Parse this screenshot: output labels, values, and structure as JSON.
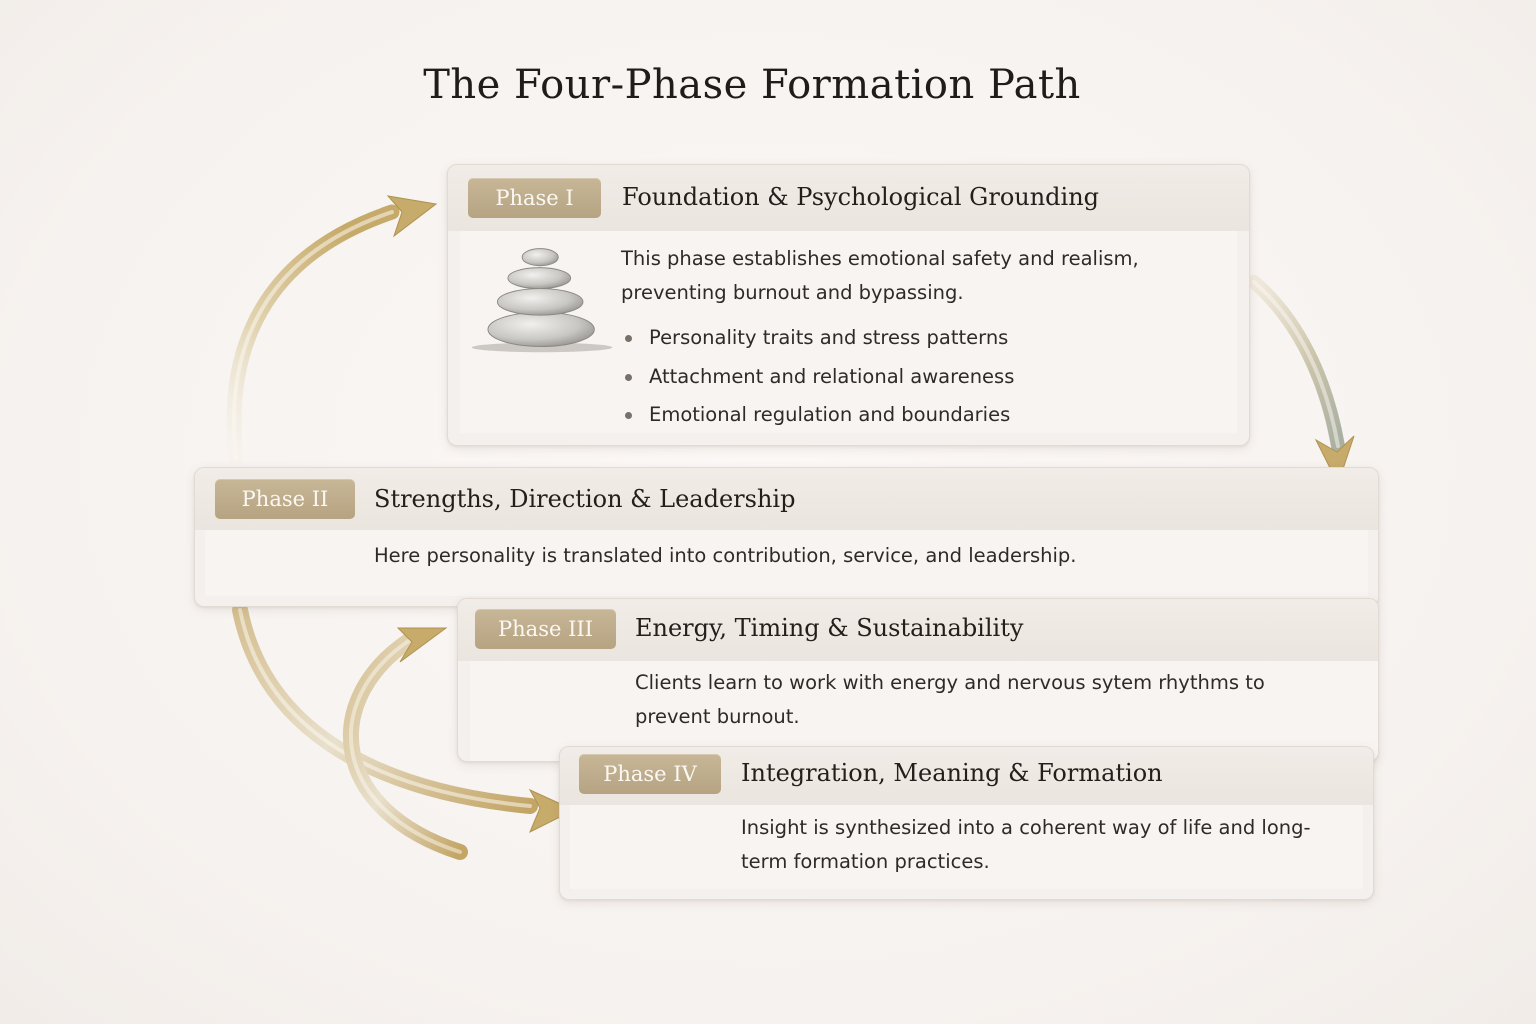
{
  "title": "The Four-Phase Formation Path",
  "colors": {
    "badge": "#bba988",
    "arrow_gold": "#c9b27a",
    "card_background": "#f4f0ed",
    "page_background": "#f7f3f0"
  },
  "icons": {
    "phase1": "stacked-stones-icon"
  },
  "phases": [
    {
      "badge": "Phase I",
      "heading": "Foundation & Psychological Grounding",
      "description": "This phase establishes emotional safety and realism, preventing burnout and bypassing.",
      "bullets": [
        "Personality traits and stress patterns",
        "Attachment and relational awareness",
        "Emotional regulation and boundaries"
      ]
    },
    {
      "badge": "Phase II",
      "heading": "Strengths, Direction & Leadership",
      "description": "Here personality is translated into contribution, service, and leadership."
    },
    {
      "badge": "Phase III",
      "heading": "Energy, Timing & Sustainability",
      "description": "Clients learn to work with energy and nervous sytem rhythms to prevent burnout."
    },
    {
      "badge": "Phase IV",
      "heading": "Integration, Meaning & Formation",
      "description": "Insight is synthesized into a coherent way of life and long-term formation practices."
    }
  ]
}
